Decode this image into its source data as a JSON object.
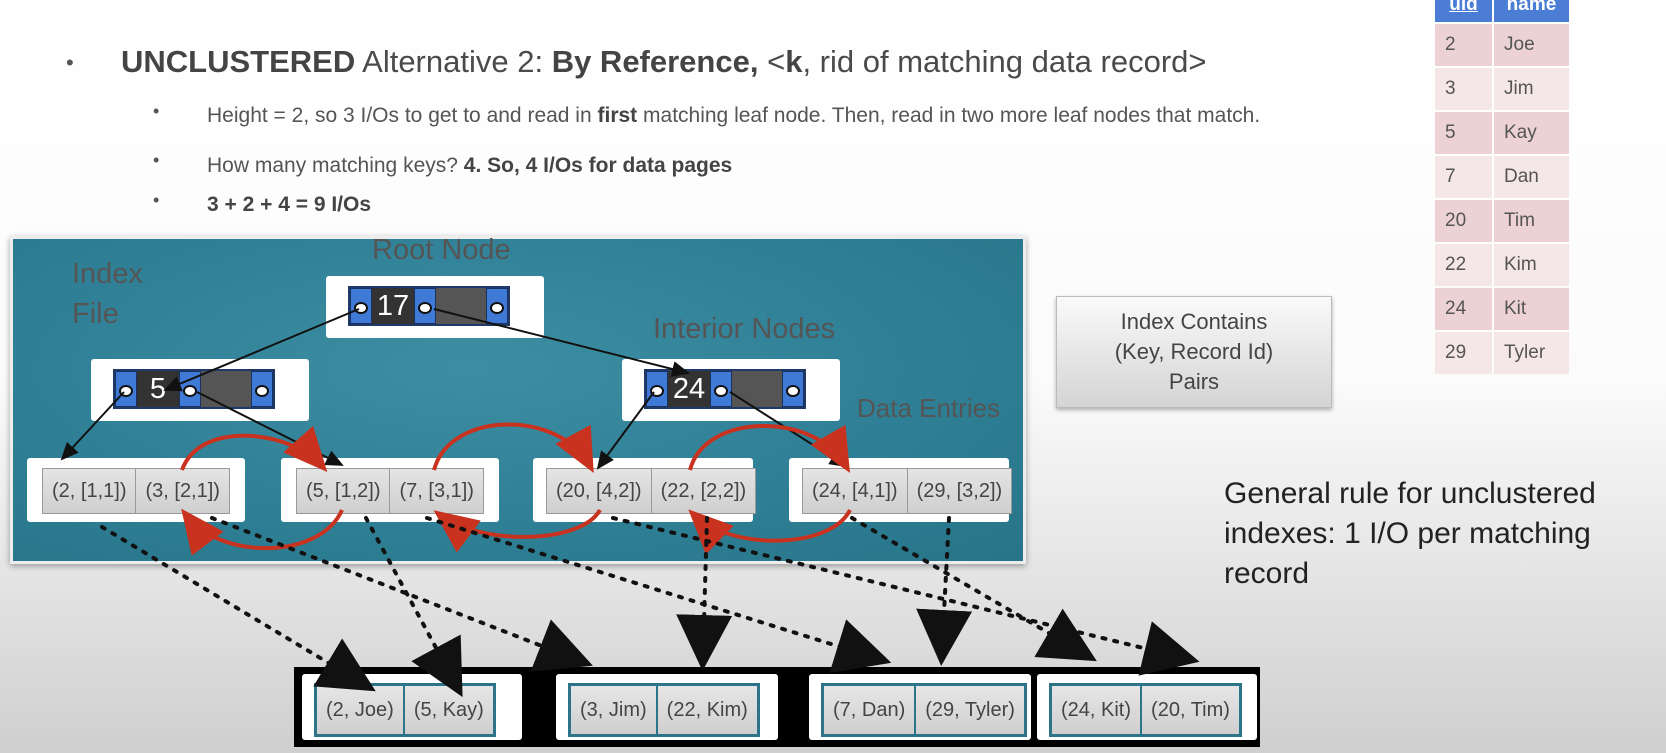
{
  "bullets": {
    "main": {
      "bold_prefix": "UNCLUSTERED",
      "middle": " Alternative 2: ",
      "bold_mid": "By Reference,",
      "tail_pre": " <",
      "bold_k": "k",
      "tail": ", rid of matching data record>"
    },
    "sub1": {
      "pre": "Height = 2, so 3 I/Os to get to and read in ",
      "bold": "first",
      "post": " matching leaf node. Then, read in two more leaf nodes that match."
    },
    "sub2": {
      "pre": "How many matching keys? ",
      "bold": "4. So, 4 I/Os for data pages"
    },
    "sub3": {
      "bold": "3 + 2 + 4 = 9 I/Os"
    },
    "dot": "•"
  },
  "diagram": {
    "labels": {
      "index_file": "Index\nFile",
      "root_node": "Root Node",
      "interior_nodes": "Interior Nodes",
      "data_entries": "Data Entries"
    },
    "root": {
      "key": "17"
    },
    "interior": [
      {
        "key": "5"
      },
      {
        "key": "24"
      }
    ],
    "leaves": [
      [
        "(2, [1,1])",
        "(3, [2,1])"
      ],
      [
        "(5, [1,2])",
        "(7, [3,1])"
      ],
      [
        "(20, [4,2])",
        "(22, [2,2])"
      ],
      [
        "(24, [4,1])",
        "(29, [3,2])"
      ]
    ],
    "data_pages": [
      [
        "(2, Joe)",
        "(5, Kay)"
      ],
      [
        "(3, Jim)",
        "(22, Kim)"
      ],
      [
        "(7, Dan)",
        "(29, Tyler)"
      ],
      [
        "(24, Kit)",
        "(20, Tim)"
      ]
    ],
    "colors": {
      "panel": "#2e7f95",
      "arrow_red": "#c8321e",
      "pointer_blue": "#3f7ad6"
    }
  },
  "info_box": "Index Contains\n(Key, Record Id)\nPairs",
  "rule": "General rule for unclustered indexes: 1 I/O per matching record",
  "table": {
    "headers": [
      "uid",
      "name"
    ],
    "rows": [
      [
        "2",
        "Joe"
      ],
      [
        "3",
        "Jim"
      ],
      [
        "5",
        "Kay"
      ],
      [
        "7",
        "Dan"
      ],
      [
        "20",
        "Tim"
      ],
      [
        "22",
        "Kim"
      ],
      [
        "24",
        "Kit"
      ],
      [
        "29",
        "Tyler"
      ]
    ]
  }
}
